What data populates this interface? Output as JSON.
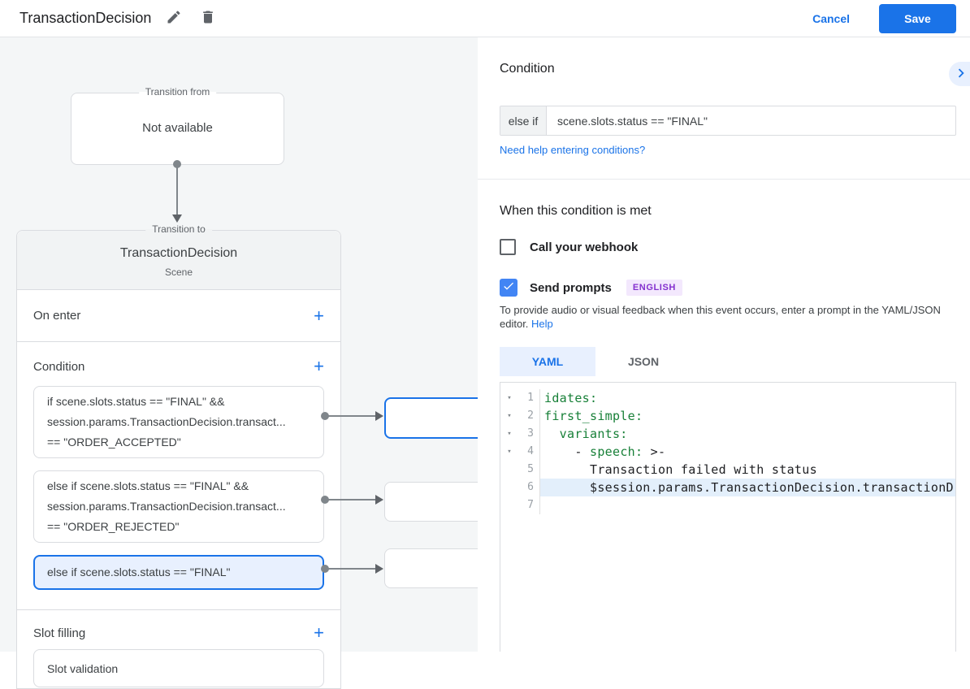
{
  "header": {
    "title": "TransactionDecision",
    "cancel_label": "Cancel",
    "save_label": "Save"
  },
  "diagram": {
    "transition_from": {
      "legend": "Transition from",
      "value": "Not available"
    },
    "transition_to": {
      "legend": "Transition to",
      "title": "TransactionDecision",
      "subtitle": "Scene"
    },
    "on_enter": {
      "label": "On enter",
      "add": "+"
    },
    "condition": {
      "label": "Condition",
      "add": "+",
      "cards": [
        {
          "text": "if scene.slots.status == \"FINAL\" &&\nsession.params.TransactionDecision.transact...\n== \"ORDER_ACCEPTED\""
        },
        {
          "text": "else if scene.slots.status == \"FINAL\" &&\nsession.params.TransactionDecision.transact...\n== \"ORDER_REJECTED\""
        },
        {
          "text": "else if scene.slots.status == \"FINAL\""
        }
      ]
    },
    "slot_filling": {
      "label": "Slot filling",
      "add": "+",
      "card": "Slot validation"
    }
  },
  "panel": {
    "title": "Condition",
    "condition_prefix": "else if",
    "condition_value": "scene.slots.status == \"FINAL\"",
    "help_link": "Need help entering conditions?",
    "when_met": {
      "title": "When this condition is met",
      "webhook_label": "Call your webhook",
      "prompts_label": "Send prompts",
      "language_badge": "ENGLISH",
      "description": "To provide audio or visual feedback when this event occurs, enter a prompt in the YAML/JSON editor. ",
      "description_link": "Help"
    },
    "editor": {
      "tab_yaml": "YAML",
      "tab_json": "JSON",
      "lines": [
        {
          "num": "1",
          "text": "idates:"
        },
        {
          "num": "2",
          "text": "first_simple:"
        },
        {
          "num": "3",
          "text": "  variants:"
        },
        {
          "num": "4",
          "pre": "    - ",
          "key": "speech:",
          "post": " >-"
        },
        {
          "num": "5",
          "text": "      Transaction failed with status"
        },
        {
          "num": "6",
          "text": "      $session.params.TransactionDecision.transactionD"
        },
        {
          "num": "7",
          "text": ""
        }
      ]
    }
  },
  "colors": {
    "accent": "#1a73e8",
    "selected_bg": "#e8f0fe",
    "code_key": "#188038",
    "badge_bg": "#f3e8fd",
    "badge_text": "#8430ce"
  }
}
